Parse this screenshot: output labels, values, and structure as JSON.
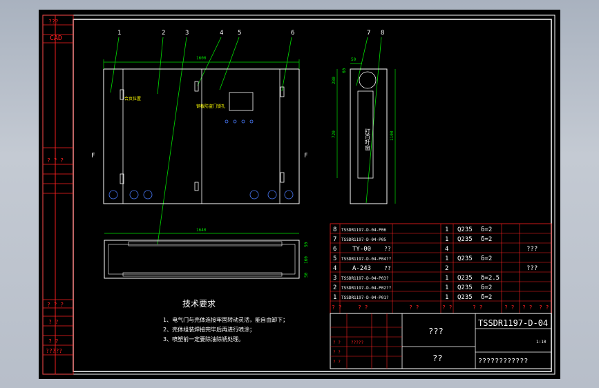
{
  "sidebar": {
    "top_label": "???",
    "cad_label": "CAD",
    "mid_label": "? ? ?",
    "low_label_1": "? ? ?",
    "low_label_2": "? ?",
    "low_label_3": "? ?",
    "low_label_4": "?????"
  },
  "balloons": [
    "1",
    "2",
    "3",
    "4",
    "5",
    "6",
    "7",
    "8"
  ],
  "front_view": {
    "dim_width": "1600",
    "label_left": "合页位置",
    "label_right": "钢板防盗门锁孔",
    "section_mark": "F"
  },
  "side_view": {
    "dim_top": "50",
    "dim_left_small": "60",
    "dim_left_top": "280",
    "dim_left_mid": "720",
    "dim_right": "1100",
    "vertical_text": "打百叶窗"
  },
  "bottom_view": {
    "dim_width": "1640",
    "dim_right_1": "160",
    "dim_right_2": "50",
    "dim_right_3": "50"
  },
  "tech_requirements": {
    "title": "技术要求",
    "items": [
      "1、电气门与壳体连接牢固转动灵活，能自由卸下；",
      "2、壳体组装焊接完毕后再进行喷涂；",
      "3、喷塑前一定要除油除锈处理。"
    ]
  },
  "bom": {
    "rows": [
      {
        "no": "8",
        "code": "TSSDR1197-D-04-P06",
        "name": "",
        "qty": "1",
        "material": "Q235",
        "thk": "δ=2",
        "note": ""
      },
      {
        "no": "7",
        "code": "TSSDR1197-D-04-P05",
        "name": "",
        "qty": "1",
        "material": "Q235",
        "thk": "δ=2",
        "note": ""
      },
      {
        "no": "6",
        "code": "TY-00",
        "name": "??",
        "qty": "4",
        "material": "",
        "thk": "",
        "note": "???"
      },
      {
        "no": "5",
        "code": "TSSDR1197-D-04-P04??",
        "name": "",
        "qty": "1",
        "material": "Q235",
        "thk": "δ=2",
        "note": ""
      },
      {
        "no": "4",
        "code": "A-243",
        "name": "??",
        "qty": "2",
        "material": "",
        "thk": "",
        "note": "???"
      },
      {
        "no": "3",
        "code": "TSSDR1197-D-04-P03?",
        "name": "",
        "qty": "1",
        "material": "Q235",
        "thk": "δ=2.5",
        "note": ""
      },
      {
        "no": "2",
        "code": "TSSDR1197-D-04-P02??",
        "name": "",
        "qty": "1",
        "material": "Q235",
        "thk": "δ=2",
        "note": ""
      },
      {
        "no": "1",
        "code": "TSSDR1197-D-04-P01?",
        "name": "",
        "qty": "1",
        "material": "Q235",
        "thk": "δ=2",
        "note": ""
      }
    ],
    "header": [
      "? ?",
      "? ?",
      "? ?",
      "? ?",
      "? ?",
      "? ?",
      "? ?",
      "? ?"
    ]
  },
  "title_block": {
    "drawing_no": "TSSDR1197-D-04",
    "name_top": "???",
    "name_bottom": "??",
    "company": "????????????",
    "scale": "1:10",
    "small_1": "?????",
    "small_2": "? ?",
    "small_3": "? ?",
    "small_4": "? ?"
  },
  "colors": {
    "background": "#000000",
    "frame": "#ffffff",
    "red": "#ff2020",
    "green": "#00e000",
    "yellow": "#ffff00",
    "blue": "#4a7cff",
    "cyan": "#00d8d8"
  }
}
